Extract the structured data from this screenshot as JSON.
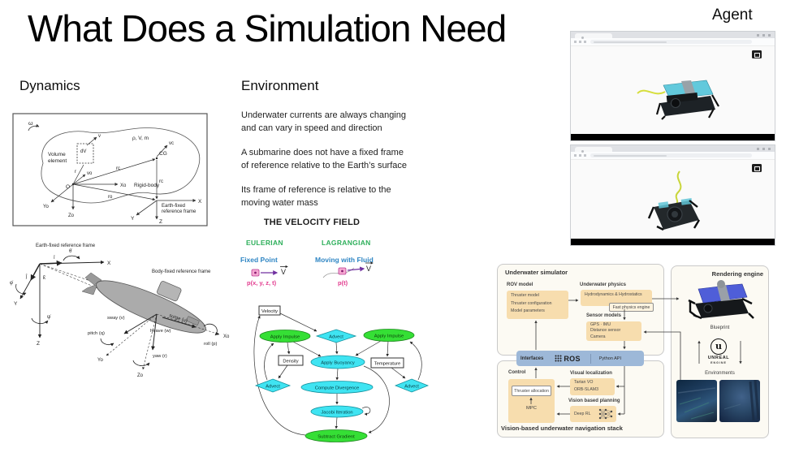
{
  "slide": {
    "title": "What Does a Simulation Need"
  },
  "headings": {
    "dynamics": "Dynamics",
    "environment": "Environment",
    "agent": "Agent"
  },
  "environment_text": {
    "p1": "Underwater currents are always changing\nand can vary in speed and direction",
    "p2": "A submarine does not have a fixed frame\nof reference relative to the Earth’s surface",
    "p3": "Its frame of reference is relative to the\nmoving water mass"
  },
  "velocity_field": {
    "title": "THE VELOCITY FIELD",
    "eulerian": "EULERIAN",
    "lagrangian": "LAGRANGIAN",
    "fixed_point": "Fixed Point",
    "moving_with_fluid": "Moving with Fluid",
    "v_label": "V",
    "p_eulerian": "p(x, y, z, t)",
    "p_lagrangian": "p(t)",
    "colors": {
      "green": "#2eaf5b",
      "blue": "#2f86c4",
      "magenta": "#e23a8e",
      "arrow": "#7030a0"
    }
  },
  "flowchart": {
    "velocity": "Velocity",
    "apply_impulse": "Apply Impulse",
    "advect": "Advect",
    "density": "Density",
    "apply_buoyancy": "Apply Buoyancy",
    "temperature": "Temperature",
    "compute_divergence": "Compute Divergence",
    "jacobi_iteration": "Jacobi Iteration",
    "subtract_gradient": "Subtract Gradient",
    "colors": {
      "green": "#35df35",
      "cyan": "#3fe4f2"
    }
  },
  "fig_rigid": {
    "omega": "ω",
    "volume_element_1": "Volume",
    "volume_element_2": "element",
    "dv": "dV",
    "v": "v",
    "rho": "ρ, V, m",
    "cg": "CG",
    "vc": "vc",
    "rc": "rc",
    "rc2": "rc",
    "r": "r",
    "vo": "vo",
    "o": "O",
    "xo": "Xo",
    "rigid_body": "Rigid-body",
    "yo": "Yo",
    "zo": "Zo",
    "ro": "ro",
    "x": "X",
    "y": "Y",
    "z": "Z",
    "earth_1": "Earth-fixed",
    "earth_2": "reference frame"
  },
  "fig_sub": {
    "earth_frame": "Earth-fixed reference frame",
    "body_frame": "Body-fixed reference frame",
    "x": "X",
    "y": "Y",
    "z": "Z",
    "i": "î",
    "j": "ĵ",
    "k": "k̂",
    "theta": "θ̇",
    "phi": "φ̇",
    "psi": "ψ̇",
    "xo": "Xo",
    "yo": "Yo",
    "zo": "Zo",
    "sway": "sway (v)",
    "heave": "heave (w)",
    "surge": "surge (u)",
    "pitch": "pitch (q)",
    "yaw": "yaw (r)",
    "roll": "roll (p)"
  },
  "architecture": {
    "simulator_title": "Underwater simulator",
    "rov_model_label": "ROV model",
    "rov_model_lines": [
      "Thruster model",
      "Thruster configuration",
      "Model parameters"
    ],
    "physics_label": "Underwater physics",
    "physics_line": "Hydrodynamics  &  Hydrostatics",
    "physics_engine": "Fast physics engine",
    "sensors_label": "Sensor models",
    "sensors_lines": [
      "GPS · IMU",
      "Distance sensor",
      "Camera"
    ],
    "interfaces_label": "Interfaces",
    "ros_label": "ROS",
    "python_label": "Python API",
    "control_label": "Control",
    "thruster_allocation": "Thruster allocation",
    "mpc": "MPC",
    "visual_loc_label": "Visual localization",
    "visual_loc_lines": [
      "Tartan VO",
      "ORB-SLAM3"
    ],
    "planning_label": "Vision based planning",
    "deep_rl": "Deep RL",
    "nav_stack_title": "Vision-based underwater navigation stack",
    "rendering_title": "Rendering engine",
    "blueprint_label": "Blueprint",
    "unreal_line1": "UNREAL",
    "unreal_line2": "ENGINE",
    "environments_label": "Environments",
    "colors": {
      "panel": "#f7ddae",
      "bar": "#9db8d8",
      "frame_bg": "#fcfaf3"
    }
  }
}
